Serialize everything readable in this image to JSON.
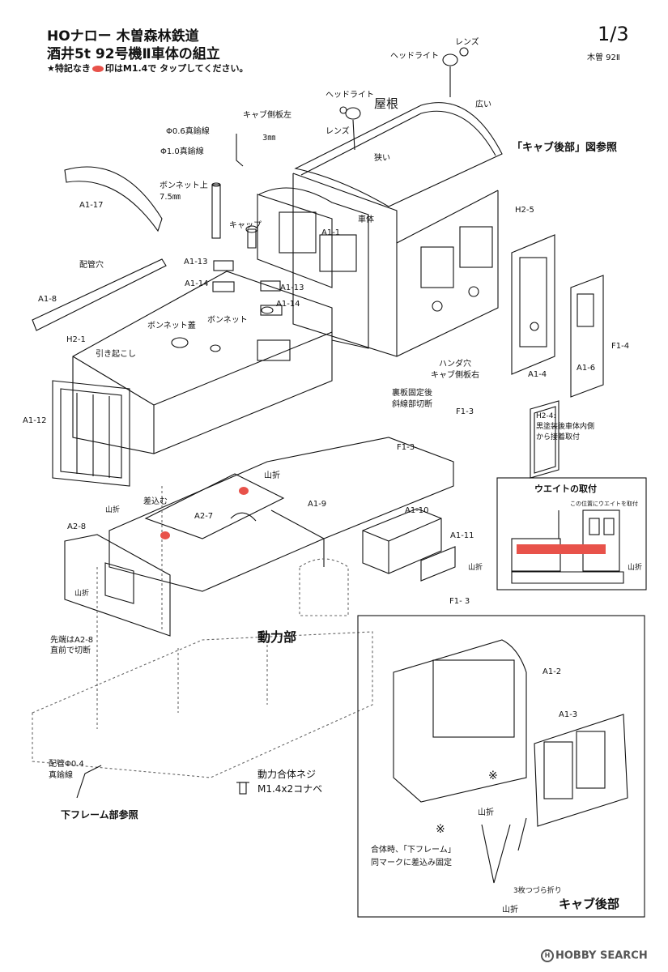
{
  "header": {
    "line1": "HOナロー 木曽森林鉄道",
    "line2": "酒井5t 92号機Ⅱ車体の組立",
    "note_pre": "★特記なき",
    "note_post": "印はM1.4で タップしてください。",
    "page": "1/3",
    "page_sub": "木曽 92Ⅱ"
  },
  "labels": {
    "headlight_top": "ヘッドライト",
    "lens_top": "レンズ",
    "headlight_mid": "ヘッドライト",
    "roof": "屋根",
    "wide": "広い",
    "narrow": "狭い",
    "cab_side_left": "キャブ側板左",
    "lens_mid": "レンズ",
    "brass_06": "Φ0.6真鍮線",
    "dim_3mm": "3㎜",
    "brass_10": "Φ1.0真鍮線",
    "bonnet_top_1": "ボンネット上",
    "bonnet_top_2": "7.5㎜",
    "cab_rear_ref": "「キャブ後部」図参照",
    "h2_5": "H2-5",
    "a1_17": "A1-17",
    "cap": "キャップ",
    "body": "車体",
    "a1_1": "A1-1",
    "pipe_hole": "配管穴",
    "a1_13a": "A1-13",
    "a1_13b": "A1-13",
    "a1_14a": "A1-14",
    "a1_14b": "A1-14",
    "a1_8": "A1-8",
    "bonnet_lid": "ボンネット蓋",
    "bonnet": "ボンネット",
    "h2_1": "H2-1",
    "pull_up": "引き起こし",
    "solder_holes": "ハンダ穴",
    "cab_side_right": "キャブ側板右",
    "a1_4": "A1-4",
    "a1_6": "A1-6",
    "f1_4": "F1-4",
    "back_plate_1": "裏板固定後",
    "back_plate_2": "斜線部切断",
    "f1_3a": "F1-3",
    "f1_3b": "F1-3",
    "f1_3c": "F1- 3",
    "a1_12": "A1-12",
    "h2_4_1": "H2-4:",
    "h2_4_2": "黒塗装後車体内側",
    "h2_4_3": "から接着取付",
    "mountain_fold_1": "山折",
    "mountain_fold_2": "山折",
    "mountain_fold_3": "山折",
    "mountain_fold_4": "山折",
    "mountain_fold_5": "山折",
    "mountain_fold_6": "山折",
    "mountain_fold_7": "山折",
    "insert": "差込む",
    "a1_9": "A1-9",
    "a1_10": "A1-10",
    "a1_11": "A1-11",
    "a2_7": "A2-7",
    "a2_8": "A2-8",
    "weight_title": "ウエイトの取付",
    "weight_note": "この位置にウエイトを取付",
    "power_unit": "動力部",
    "tip_cut_1": "先端はA2-8",
    "tip_cut_2": "直前で切断",
    "pipe_04_1": "配管Φ0.4",
    "pipe_04_2": "真鍮線",
    "lower_frame_ref": "下フレーム部参照",
    "screw_1": "動力合体ネジ",
    "screw_2": "M1.4x2コナベ",
    "a1_2": "A1-2",
    "a1_3": "A1-3",
    "asterisk": "※",
    "join_1": "合体時、「下フレーム」",
    "join_2": "同マークに差込み固定",
    "tri_fold": "3枚つづら折り",
    "cab_rear_title": "キャブ後部"
  },
  "watermark": "HOBBY SEARCH",
  "colors": {
    "red_marker": "#e8524a",
    "ink": "#111111"
  }
}
